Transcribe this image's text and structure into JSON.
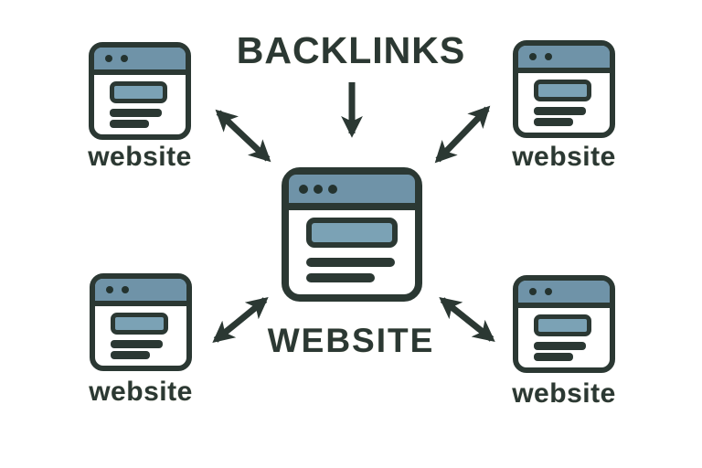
{
  "diagram": {
    "title": "BACKLINKS",
    "center": {
      "label": "WEBSITE",
      "icon": "browser-window-icon"
    },
    "satellites": [
      {
        "position": "top-left",
        "label": "website",
        "icon": "browser-window-icon"
      },
      {
        "position": "top-right",
        "label": "website",
        "icon": "browser-window-icon"
      },
      {
        "position": "bottom-left",
        "label": "website",
        "icon": "browser-window-icon"
      },
      {
        "position": "bottom-right",
        "label": "website",
        "icon": "browser-window-icon"
      }
    ],
    "arrows": [
      {
        "name": "down-arrow",
        "from": "title",
        "to": "center",
        "heads": 1
      },
      {
        "name": "double-arrow-top-left",
        "from": "center",
        "to": "top-left",
        "heads": 2
      },
      {
        "name": "double-arrow-top-right",
        "from": "center",
        "to": "top-right",
        "heads": 2
      },
      {
        "name": "double-arrow-bottom-left",
        "from": "center",
        "to": "bottom-left",
        "heads": 2
      },
      {
        "name": "double-arrow-bottom-right",
        "from": "center",
        "to": "bottom-right",
        "heads": 2
      }
    ],
    "colors": {
      "stroke": "#2b3833",
      "header_blue": "#6f93a8",
      "panel_blue": "#7ba2b5",
      "background": "#ffffff"
    }
  }
}
